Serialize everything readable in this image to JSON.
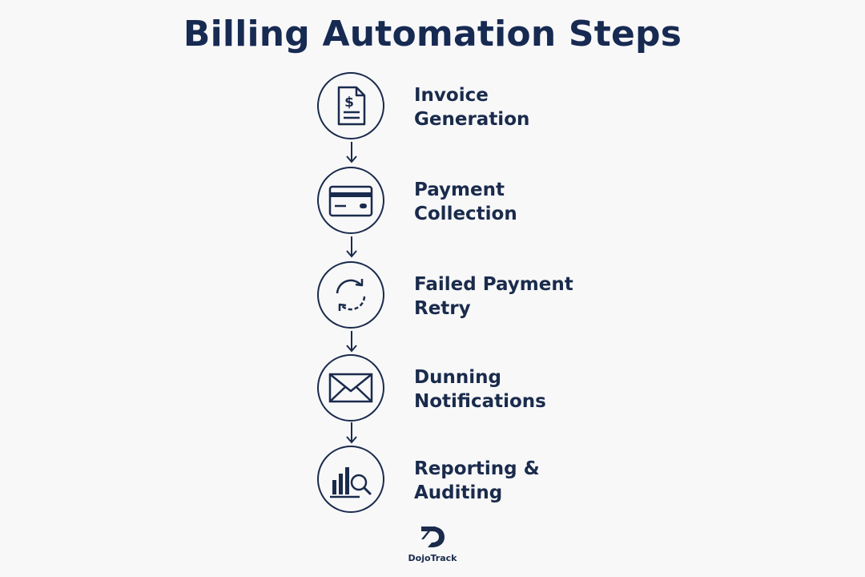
{
  "title": "Billing Automation Steps",
  "steps": [
    {
      "line1": "Invoice",
      "line2": "Generation",
      "icon": "invoice-dollar-icon"
    },
    {
      "line1": "Payment",
      "line2": "Collection",
      "icon": "credit-card-icon"
    },
    {
      "line1": "Failed Payment",
      "line2": "Retry",
      "icon": "refresh-retry-icon"
    },
    {
      "line1": "Dunning",
      "line2": "Notifications",
      "icon": "envelope-icon"
    },
    {
      "line1": "Reporting &",
      "line2": "Auditing",
      "icon": "chart-magnifier-icon"
    }
  ],
  "logo": {
    "name": "DojoTrack"
  },
  "colors": {
    "primary": "#1a2b4c",
    "background": "#f8f8f9"
  }
}
